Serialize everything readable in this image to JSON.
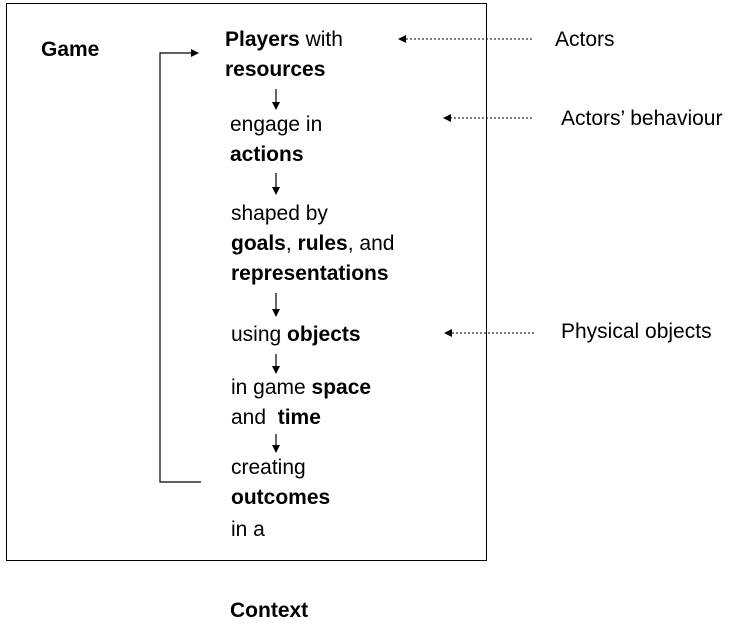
{
  "diagram": {
    "frame_label": "Game",
    "bottom_label": "Context",
    "steps": [
      {
        "line1_bold": "Players",
        "line1_rest": " with",
        "line2_bold": "resources"
      },
      {
        "line1": "engage in",
        "line2_bold": "actions"
      },
      {
        "line1": "shaped by",
        "line2_a": "goals",
        "line2_b": ", ",
        "line2_c": "rules",
        "line2_d": ", and",
        "line3_bold": "representations"
      },
      {
        "line1_plain": "using ",
        "line1_bold": "objects"
      },
      {
        "line1_plain": "in game ",
        "line1_bold": "space",
        "line2_plain": "and  ",
        "line2_bold": "time"
      },
      {
        "line1": "creating",
        "line2_bold": "outcomes",
        "line3": "in a"
      }
    ],
    "annotations": [
      "Actors",
      "Actors’ behaviour",
      "Physical objects"
    ]
  }
}
